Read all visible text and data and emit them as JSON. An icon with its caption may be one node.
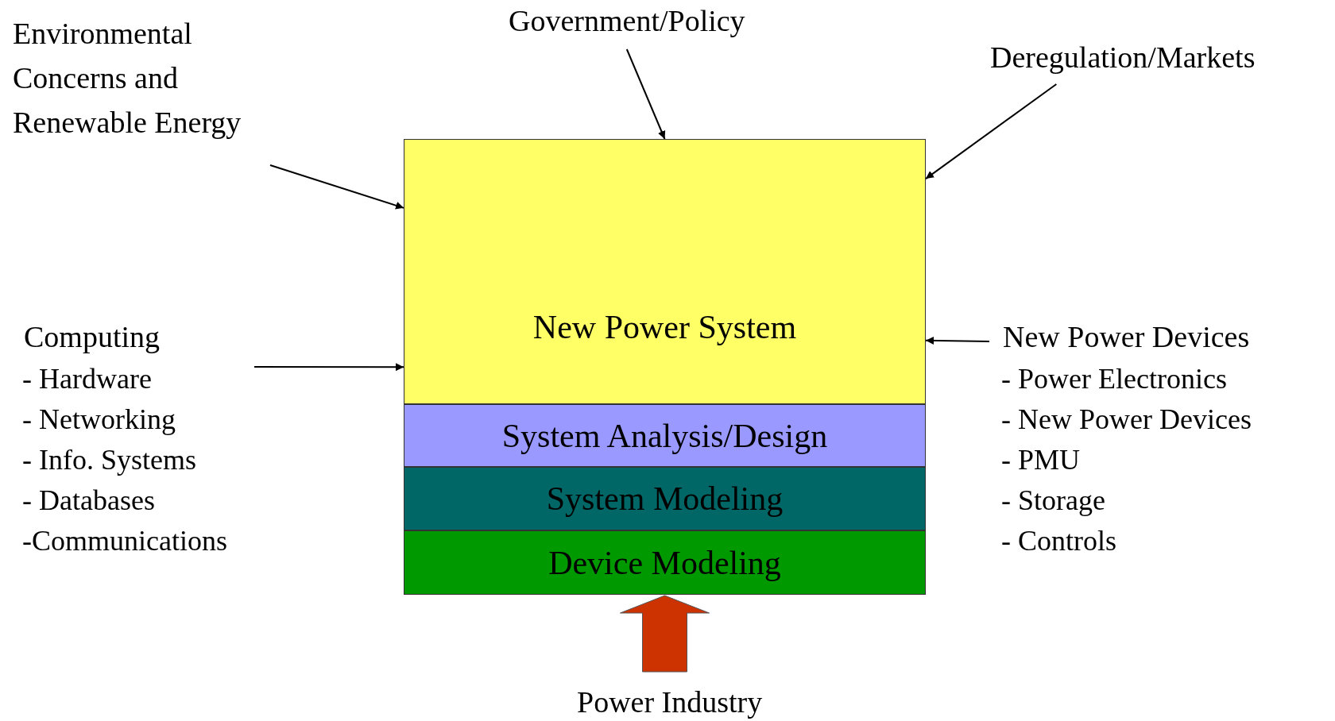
{
  "diagram": {
    "nodes": [
      {
        "text": [
          "Environmental Concerns and Renewable Energy"
        ]
      },
      {
        "text": [
          "Government/Policy"
        ]
      },
      {
        "text": [
          "Deregulation/Markets"
        ]
      },
      {
        "text": [
          "New Power System"
        ]
      },
      {
        "text": [
          "System Analysis/Design"
        ]
      },
      {
        "text": [
          "System Modeling"
        ]
      },
      {
        "text": [
          "Device Modeling"
        ]
      },
      {
        "text": [
          "Computing",
          "- Hardware",
          "- Networking",
          "- Info. Systems",
          "- Databases",
          "-Communications"
        ]
      },
      {
        "text": [
          "New Power Devices",
          "- Power Electronics",
          "- New Power Devices",
          "- PMU",
          "- Storage",
          "- Controls"
        ]
      },
      {
        "text": [
          "Power Industry"
        ]
      }
    ],
    "edges": [
      {
        "from": 0,
        "to": 3,
        "arrow": "to"
      },
      {
        "from": 1,
        "to": 3,
        "arrow": "to"
      },
      {
        "from": 2,
        "to": 3,
        "arrow": "to"
      },
      {
        "from": 7,
        "to": 3,
        "arrow": "to"
      },
      {
        "from": 8,
        "to": 3,
        "arrow": "to"
      },
      {
        "from": 9,
        "to": 6,
        "arrow": "to",
        "style": "thick",
        "color": "#cc3300"
      }
    ]
  }
}
